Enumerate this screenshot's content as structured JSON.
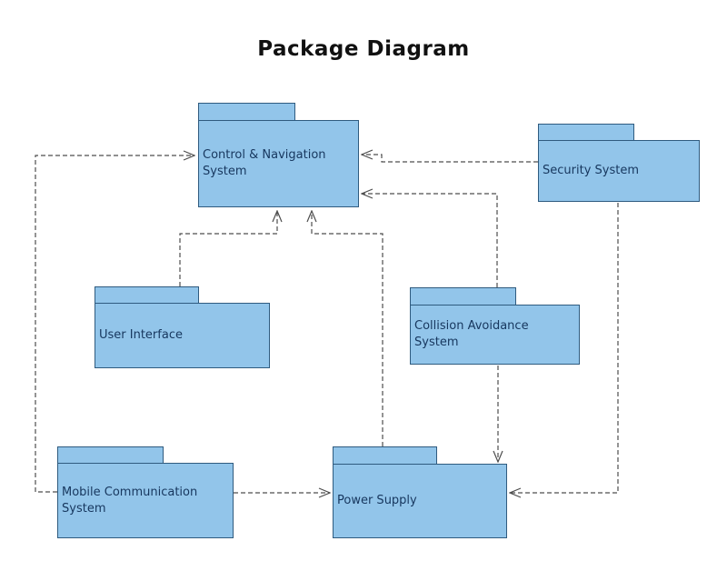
{
  "title": "Package Diagram",
  "diagram_type": "uml-package-diagram",
  "colors": {
    "package_fill": "#92C5EA",
    "package_border": "#2F5B7F",
    "package_text": "#17375E",
    "connector": "#4D4D4D",
    "background": "#FFFFFF",
    "title_text": "#111111"
  },
  "packages": [
    {
      "id": "control-navigation-system",
      "label": "Control & Navigation System"
    },
    {
      "id": "security-system",
      "label": "Security System"
    },
    {
      "id": "user-interface",
      "label": "User Interface"
    },
    {
      "id": "collision-avoidance-system",
      "label": "Collision Avoidance System"
    },
    {
      "id": "mobile-communication-system",
      "label": "Mobile Communication System"
    },
    {
      "id": "power-supply",
      "label": "Power Supply"
    }
  ],
  "connections": [
    {
      "from": "mobile-communication-system",
      "to": "control-navigation-system",
      "style": "dashed-open-arrow"
    },
    {
      "from": "security-system",
      "to": "control-navigation-system",
      "style": "dashed-open-arrow"
    },
    {
      "from": "collision-avoidance-system",
      "to": "control-navigation-system",
      "style": "dashed-open-arrow"
    },
    {
      "from": "user-interface",
      "to": "control-navigation-system",
      "style": "dashed-open-arrow"
    },
    {
      "from": "power-supply",
      "to": "control-navigation-system",
      "style": "dashed-open-arrow"
    },
    {
      "from": "collision-avoidance-system",
      "to": "power-supply",
      "style": "dashed-open-arrow"
    },
    {
      "from": "security-system",
      "to": "power-supply",
      "style": "dashed-open-arrow"
    },
    {
      "from": "mobile-communication-system",
      "to": "power-supply",
      "style": "dashed-open-arrow"
    }
  ]
}
